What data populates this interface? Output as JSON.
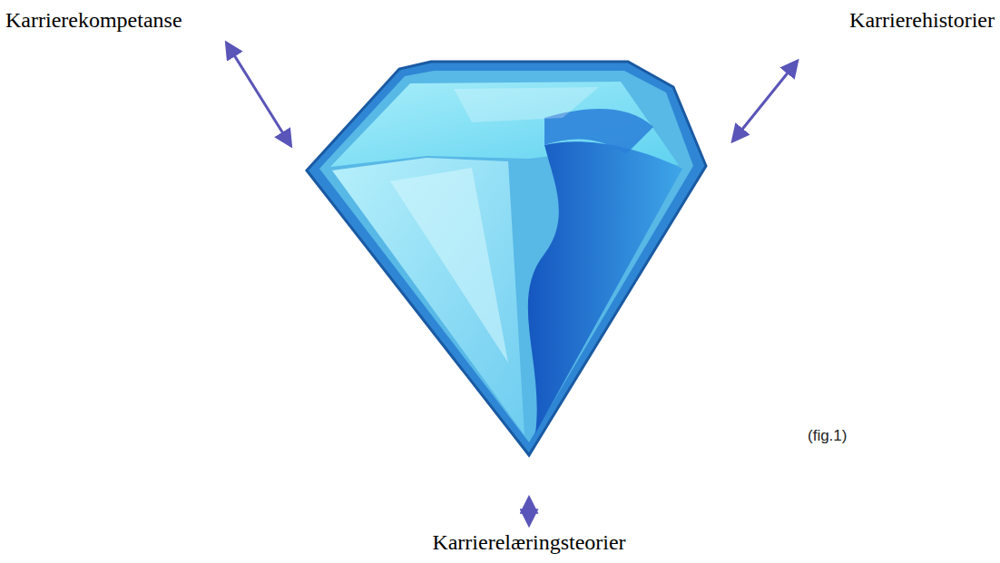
{
  "diagram": {
    "labels": [
      "Karrierekompetanse",
      "Karrierehistorier",
      "Karrierelæringsteorier",
      "(fig.1)"
    ]
  }
}
